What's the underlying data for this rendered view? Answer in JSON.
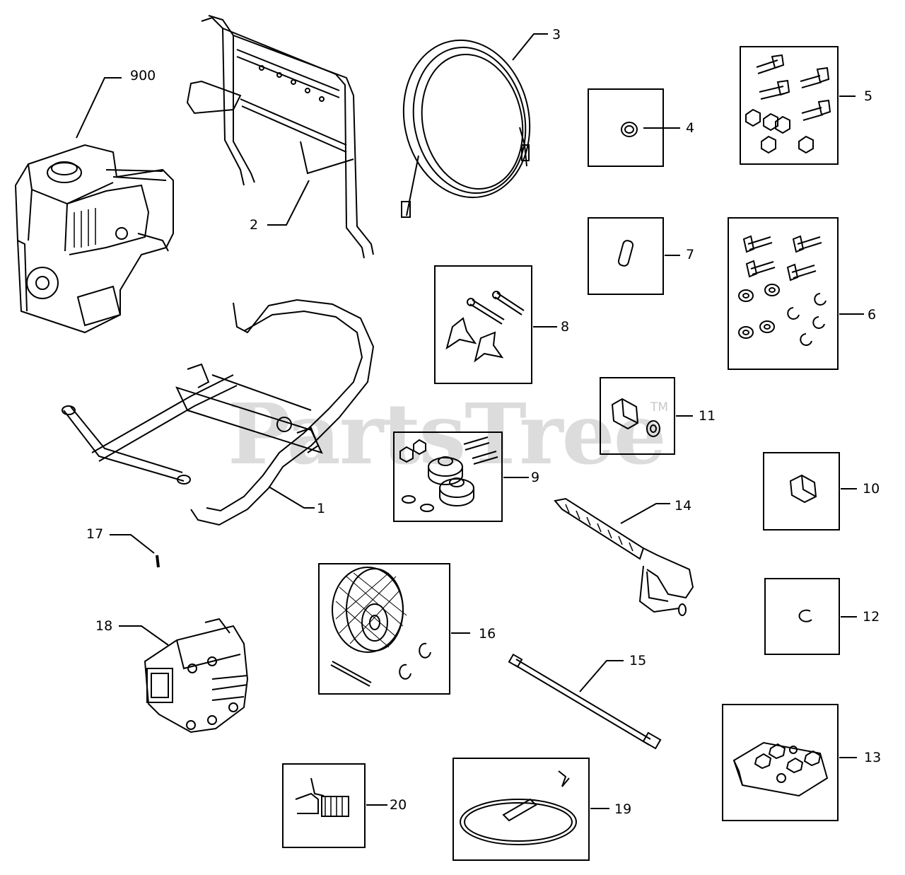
{
  "diagram": {
    "watermark": "PartsTree",
    "watermark_mark": "TM",
    "callouts": [
      {
        "id": "900",
        "label": "900"
      },
      {
        "id": "1",
        "label": "1"
      },
      {
        "id": "2",
        "label": "2"
      },
      {
        "id": "3",
        "label": "3"
      },
      {
        "id": "4",
        "label": "4"
      },
      {
        "id": "5",
        "label": "5"
      },
      {
        "id": "6",
        "label": "6"
      },
      {
        "id": "7",
        "label": "7"
      },
      {
        "id": "8",
        "label": "8"
      },
      {
        "id": "9",
        "label": "9"
      },
      {
        "id": "10",
        "label": "10"
      },
      {
        "id": "11",
        "label": "11"
      },
      {
        "id": "12",
        "label": "12"
      },
      {
        "id": "13",
        "label": "13"
      },
      {
        "id": "14",
        "label": "14"
      },
      {
        "id": "15",
        "label": "15"
      },
      {
        "id": "16",
        "label": "16"
      },
      {
        "id": "17",
        "label": "17"
      },
      {
        "id": "18",
        "label": "18"
      },
      {
        "id": "19",
        "label": "19"
      },
      {
        "id": "20",
        "label": "20"
      }
    ]
  },
  "colors": {
    "line": "#000000",
    "watermark": "#dcdcdc",
    "background": "#ffffff"
  }
}
